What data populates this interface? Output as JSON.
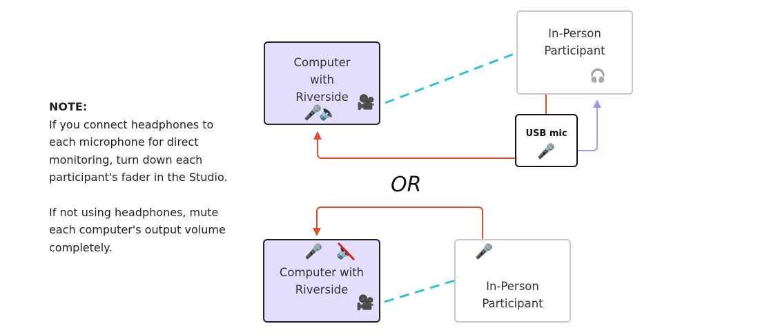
{
  "note": {
    "title": "NOTE:",
    "line1": "If you connect headphones to",
    "line2": "each microphone for direct",
    "line3": "monitoring, turn down each",
    "line4": "participant's fader in the Studio.",
    "line5": "If not using headphones, mute",
    "line6": "each computer's output volume",
    "line7": "completely."
  },
  "top": {
    "computer": {
      "line1": "Computer",
      "line2": "with",
      "line3": "Riverside"
    },
    "person": {
      "line1": "In-Person",
      "line2": "Participant"
    },
    "usb": {
      "title": "USB mic"
    }
  },
  "separator": "OR",
  "bottom": {
    "computer": {
      "line1": "Computer with",
      "line2": "Riverside"
    },
    "person": {
      "line1": "In-Person",
      "line2": "Participant"
    }
  },
  "icons": {
    "mic": "🎤",
    "speaker": "🔈",
    "camera": "🎥",
    "headphones": "🎧"
  },
  "colors": {
    "audio_line": "#e34d2a",
    "headphone_line": "#a897ea",
    "video_line": "#2ec4cf",
    "computer_fill": "#e3defb"
  }
}
